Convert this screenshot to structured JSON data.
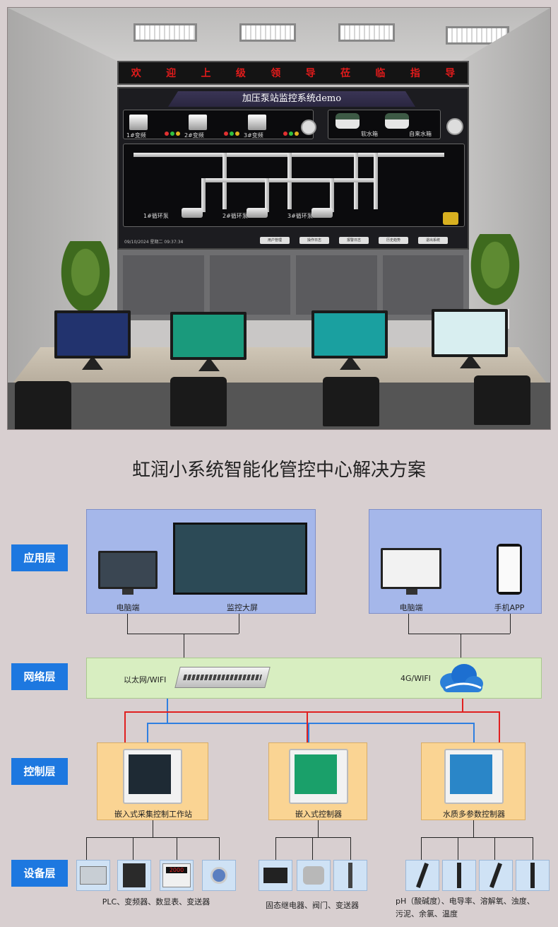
{
  "photo": {
    "led_banner": [
      "欢",
      "迎",
      "上",
      "级",
      "领",
      "导",
      "莅",
      "临",
      "指",
      "导"
    ],
    "screen_title": "加压泵站监控系统demo",
    "pumps": [
      {
        "label": "1#变频"
      },
      {
        "label": "2#变频"
      },
      {
        "label": "3#变频"
      }
    ],
    "tanks": [
      {
        "label": "软水箱"
      },
      {
        "label": "自来水箱"
      }
    ],
    "circulation_pumps": [
      "1#循环泵",
      "2#循环泵",
      "3#循环泵"
    ],
    "timestamp": "09/10/2024  星期二  09:37:34",
    "buttons": [
      "用户管理",
      "操作日志",
      "报警日志",
      "历史趋势",
      "退出系统"
    ],
    "colors": {
      "led_text": "#e11b1b",
      "screen_bg": "#1c1c20",
      "pipe": "#e6e6e6"
    }
  },
  "diagram": {
    "title": "虹润小系统智能化管控中心解决方案",
    "layers": {
      "application": "应用层",
      "network": "网络层",
      "control": "控制层",
      "device": "设备层"
    },
    "application": {
      "left_caption_pc": "电脑端",
      "left_caption_screen": "监控大屏",
      "right_caption_pc": "电脑端",
      "right_caption_app": "手机APP"
    },
    "network": {
      "wired": "以太网/WIFI",
      "wireless": "4G/WIFI"
    },
    "control": [
      {
        "caption": "嵌入式采集控制工作站"
      },
      {
        "caption": "嵌入式控制器"
      },
      {
        "caption": "水质多参数控制器"
      }
    ],
    "devices": [
      {
        "caption": "PLC、变频器、数显表、变送器",
        "meter_readout": "2000"
      },
      {
        "caption": "固态继电器、阀门、变送器"
      },
      {
        "caption_line1": "pH（酸碱度）、电导率、溶解氧、浊度、",
        "caption_line2": "污泥、余氯、温度"
      }
    ],
    "colors": {
      "layer_tag": "#1d78e0",
      "application_bg": "#a5b7ea",
      "network_bg": "#d8eec1",
      "control_bg": "#fad493",
      "wire_red": "#e02020",
      "wire_blue": "#2f7fe0"
    },
    "icons": [
      "monitor-icon",
      "video-wall-icon",
      "phone-icon",
      "switch-icon",
      "cloud-icon",
      "hmi-icon",
      "plc-icon",
      "inverter-icon",
      "meter-icon",
      "transmitter-icon",
      "relay-icon",
      "valve-icon",
      "probe-icon"
    ]
  }
}
